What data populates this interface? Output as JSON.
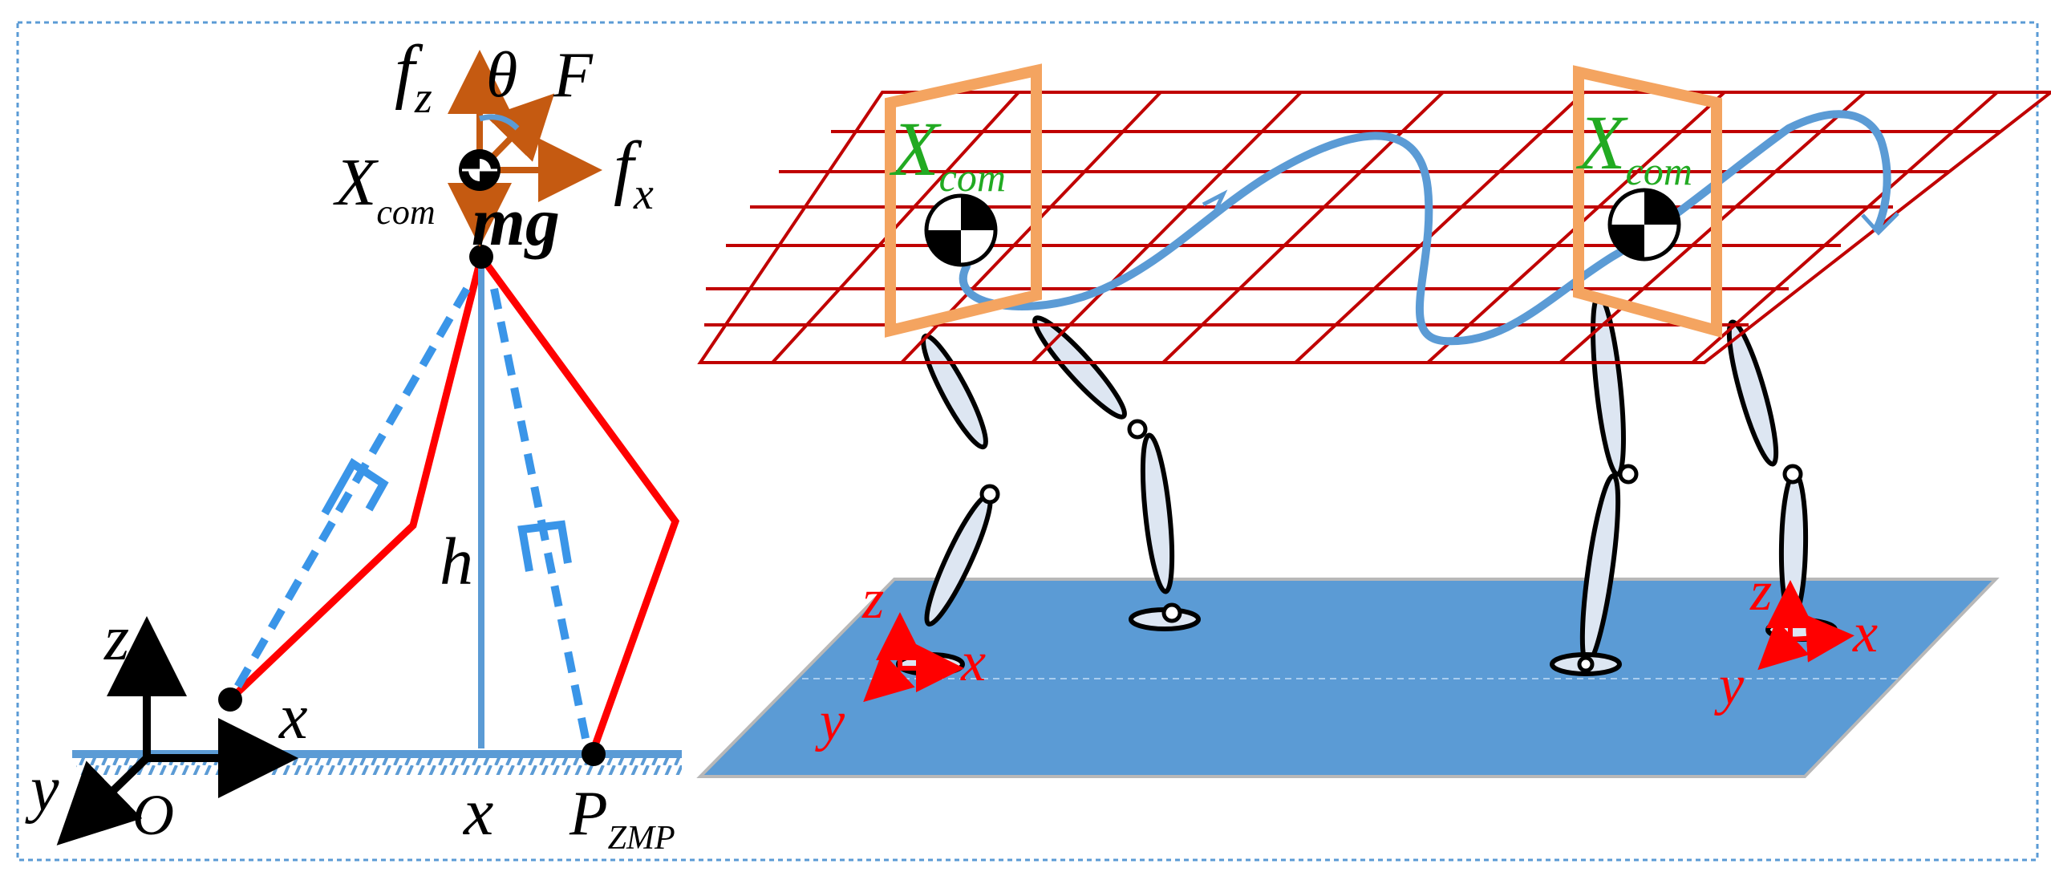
{
  "colors": {
    "frame": "#5b9bd5",
    "leg_red": "#ff0000",
    "blue": "#5b9bd5",
    "black": "#000000",
    "force_orange": "#c55a11",
    "com_box": "#f4a460",
    "grid_red": "#c00000",
    "ground_blue": "#5b9bd5",
    "label_green": "#22aa22",
    "axis_red": "#ff0000"
  },
  "left_panel": {
    "force_labels": {
      "fz_base": "f",
      "fz_sub": "z",
      "theta": "θ",
      "F": "F",
      "fx_base": "f",
      "fx_sub": "x"
    },
    "com_label": {
      "base": "X",
      "sub": "com"
    },
    "mg_label": "mg",
    "height_label": "h",
    "axis_labels": {
      "z": "z",
      "x": "x",
      "y": "y",
      "origin": "O"
    },
    "ground_x_label": "x",
    "zmp_label": {
      "base": "P",
      "sub": "ZMP"
    }
  },
  "right_panel": {
    "com_labels": [
      {
        "base": "X",
        "sub": "com"
      },
      {
        "base": "X",
        "sub": "com"
      }
    ],
    "foot_frames": [
      {
        "z": "z",
        "x": "x",
        "y": "y"
      },
      {
        "z": "z",
        "x": "x",
        "y": "y"
      }
    ]
  }
}
